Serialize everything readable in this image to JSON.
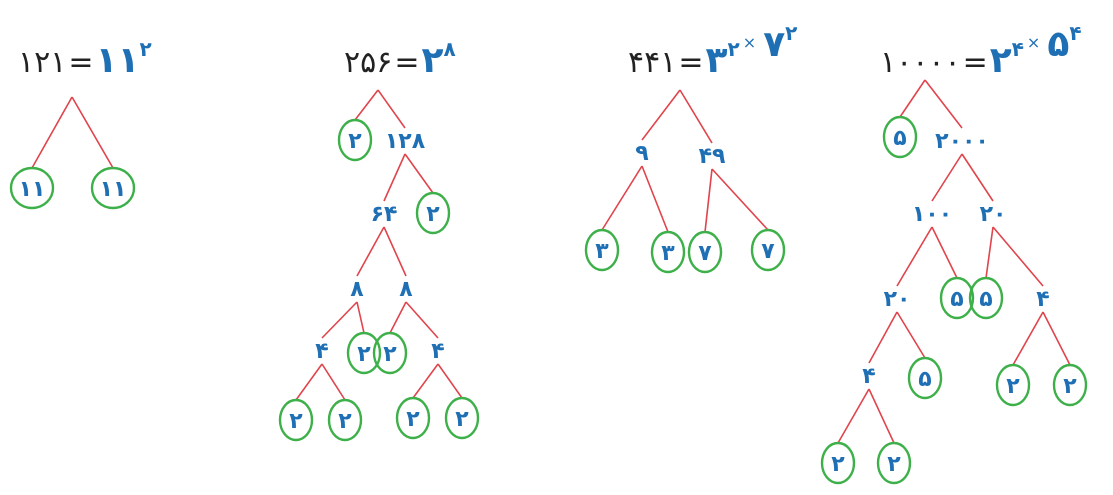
{
  "colors": {
    "edge": "#e0444c",
    "ring": "#3db04a",
    "digits": "#1f6fb5",
    "lhs": "#222222"
  },
  "trees": [
    {
      "equation": {
        "lhs": "۱۲۱",
        "eq": "=",
        "terms": [
          {
            "base": "۱۱",
            "exp": "۲"
          }
        ]
      },
      "nodes": [
        {
          "id": "a1",
          "label": "",
          "circled": false
        },
        {
          "id": "a2",
          "label": "۱۱",
          "circled": true,
          "parent": "a1"
        },
        {
          "id": "a3",
          "label": "۱۱",
          "circled": true,
          "parent": "a1"
        }
      ]
    },
    {
      "equation": {
        "lhs": "۲۵۶",
        "eq": "=",
        "terms": [
          {
            "base": "۲",
            "exp": "۸"
          }
        ]
      },
      "nodes": [
        {
          "id": "b1",
          "label": "",
          "circled": false
        },
        {
          "id": "b2",
          "label": "۲",
          "circled": true,
          "parent": "b1"
        },
        {
          "id": "b3",
          "label": "۱۲۸",
          "circled": false,
          "parent": "b1"
        },
        {
          "id": "b4",
          "label": "۶۴",
          "circled": false,
          "parent": "b3"
        },
        {
          "id": "b5",
          "label": "۲",
          "circled": true,
          "parent": "b3"
        },
        {
          "id": "b6",
          "label": "۸",
          "circled": false,
          "parent": "b4"
        },
        {
          "id": "b7",
          "label": "۸",
          "circled": false,
          "parent": "b4"
        },
        {
          "id": "b8",
          "label": "۴",
          "circled": false,
          "parent": "b6"
        },
        {
          "id": "b9",
          "label": "۲",
          "circled": true,
          "parent": "b6"
        },
        {
          "id": "b10",
          "label": "۲",
          "circled": true,
          "parent": "b7"
        },
        {
          "id": "b11",
          "label": "۴",
          "circled": false,
          "parent": "b7"
        },
        {
          "id": "b12",
          "label": "۲",
          "circled": true,
          "parent": "b8"
        },
        {
          "id": "b13",
          "label": "۲",
          "circled": true,
          "parent": "b8"
        },
        {
          "id": "b14",
          "label": "۲",
          "circled": true,
          "parent": "b11"
        },
        {
          "id": "b15",
          "label": "۲",
          "circled": true,
          "parent": "b11"
        }
      ]
    },
    {
      "equation": {
        "lhs": "۴۴۱",
        "eq": "=",
        "terms": [
          {
            "base": "۳",
            "exp": "۲"
          },
          {
            "sep": "×"
          },
          {
            "base": "۷",
            "exp": "۲"
          }
        ]
      },
      "nodes": [
        {
          "id": "c1",
          "label": "",
          "circled": false
        },
        {
          "id": "c2",
          "label": "۹",
          "circled": false,
          "parent": "c1"
        },
        {
          "id": "c3",
          "label": "۴۹",
          "circled": false,
          "parent": "c1"
        },
        {
          "id": "c4",
          "label": "۳",
          "circled": true,
          "parent": "c2"
        },
        {
          "id": "c5",
          "label": "۳",
          "circled": true,
          "parent": "c2"
        },
        {
          "id": "c6",
          "label": "۷",
          "circled": true,
          "parent": "c3"
        },
        {
          "id": "c7",
          "label": "۷",
          "circled": true,
          "parent": "c3"
        }
      ]
    },
    {
      "equation": {
        "lhs": "۱۰۰۰۰",
        "eq": "=",
        "terms": [
          {
            "base": "۲",
            "exp": "۴"
          },
          {
            "sep": "×"
          },
          {
            "base": "۵",
            "exp": "۴"
          }
        ]
      },
      "nodes": [
        {
          "id": "d1",
          "label": "",
          "circled": false
        },
        {
          "id": "d2",
          "label": "۵",
          "circled": true,
          "parent": "d1"
        },
        {
          "id": "d3",
          "label": "۲۰۰۰",
          "circled": false,
          "parent": "d1"
        },
        {
          "id": "d4",
          "label": "۱۰۰",
          "circled": false,
          "parent": "d3"
        },
        {
          "id": "d5",
          "label": "۲۰",
          "circled": false,
          "parent": "d3"
        },
        {
          "id": "d6",
          "label": "۲۰",
          "circled": false,
          "parent": "d4"
        },
        {
          "id": "d7",
          "label": "۵",
          "circled": true,
          "parent": "d4"
        },
        {
          "id": "d8",
          "label": "۵",
          "circled": true,
          "parent": "d5"
        },
        {
          "id": "d9",
          "label": "۴",
          "circled": false,
          "parent": "d5"
        },
        {
          "id": "d10",
          "label": "۴",
          "circled": false,
          "parent": "d6"
        },
        {
          "id": "d11",
          "label": "۵",
          "circled": true,
          "parent": "d6"
        },
        {
          "id": "d12",
          "label": "۲",
          "circled": true,
          "parent": "d9"
        },
        {
          "id": "d13",
          "label": "۲",
          "circled": true,
          "parent": "d9"
        },
        {
          "id": "d14",
          "label": "۲",
          "circled": true,
          "parent": "d10"
        },
        {
          "id": "d15",
          "label": "۲",
          "circled": true,
          "parent": "d10"
        }
      ]
    }
  ]
}
